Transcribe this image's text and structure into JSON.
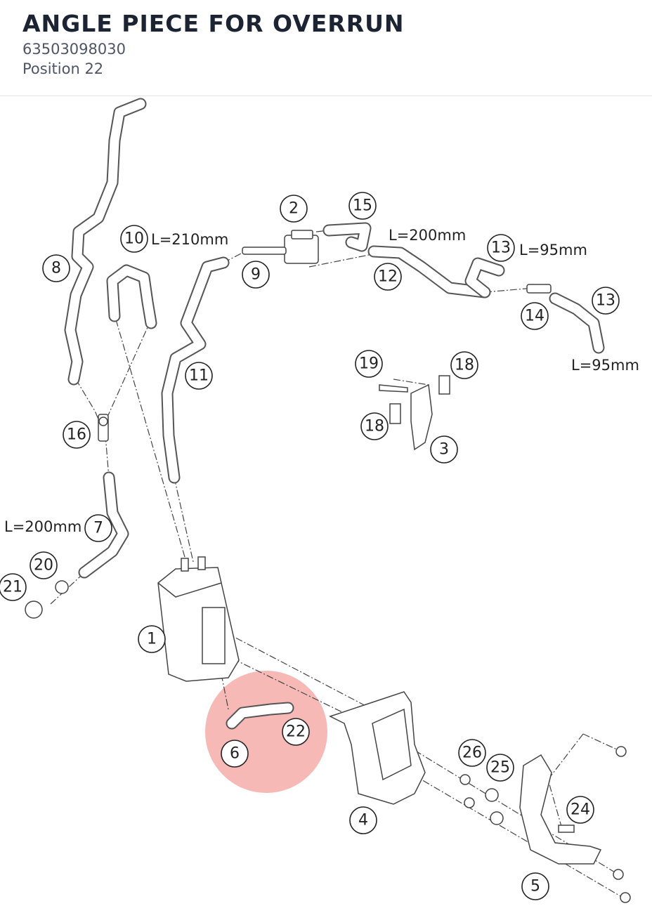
{
  "header": {
    "title": "ANGLE PIECE FOR OVERRUN",
    "part_number": "63503098030",
    "position": "Position 22"
  },
  "diagram": {
    "highlight_color": "#f08a86",
    "callouts": [
      "1",
      "2",
      "3",
      "4",
      "5",
      "6",
      "7",
      "8",
      "9",
      "10",
      "11",
      "12",
      "13",
      "13",
      "14",
      "15",
      "16",
      "18",
      "18",
      "19",
      "20",
      "21",
      "22",
      "24",
      "25",
      "26"
    ],
    "dimensions": [
      "L=210mm",
      "L=200mm",
      "L=95mm",
      "L=95mm",
      "L=200mm"
    ]
  }
}
